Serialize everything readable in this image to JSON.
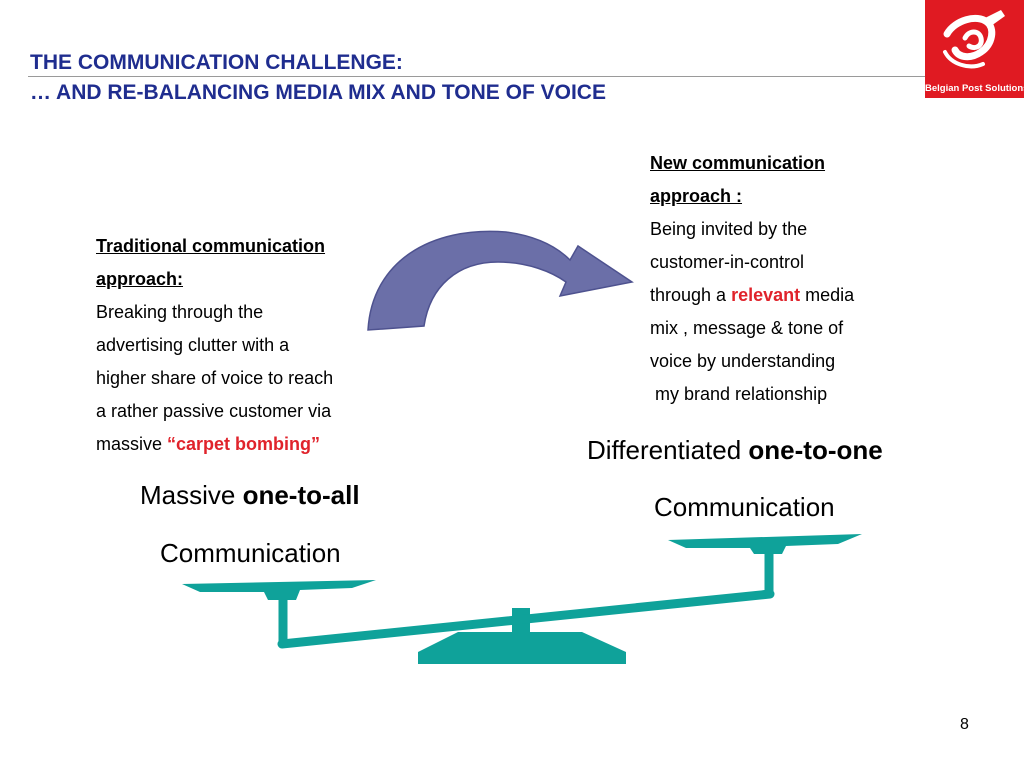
{
  "header": {
    "title_line1": "THE COMMUNICATION CHALLENGE:",
    "title_line2": "… AND RE-BALANCING MEDIA MIX AND TONE OF VOICE"
  },
  "logo": {
    "text": "Belgian Post Solutions",
    "background": "#e01a22"
  },
  "traditional": {
    "heading_line1": "Traditional communication",
    "heading_line2": "approach:",
    "line1": "Breaking through the",
    "line2": "advertising clutter with a",
    "line3": "higher share of voice to reach",
    "line4": "a rather passive customer via",
    "line5_prefix": "massive ",
    "line5_highlight": "“carpet bombing”"
  },
  "new_approach": {
    "heading_line1": "New communication",
    "heading_line2": "approach :",
    "line1": "Being invited by the",
    "line2": "customer-in-control",
    "line3_prefix": "through a ",
    "line3_highlight": "relevant",
    "line3_suffix": " media",
    "line4": "mix , message & tone of",
    "line5": "voice by understanding",
    "line6": " my brand relationship"
  },
  "left_label": {
    "prefix": "Massive ",
    "emphasis": "one-to-all",
    "line2": "Communication"
  },
  "right_label": {
    "prefix": "Differentiated ",
    "emphasis": "one-to-one",
    "line2": "Communication"
  },
  "page_number": "8",
  "colors": {
    "title": "#1f2d8f",
    "highlight": "#e0232b",
    "scale": "#0fa29a",
    "arrow": "#6b6fa8"
  },
  "icons": {
    "arrow": "curved-arrow-icon",
    "scale": "balance-scale-icon"
  }
}
